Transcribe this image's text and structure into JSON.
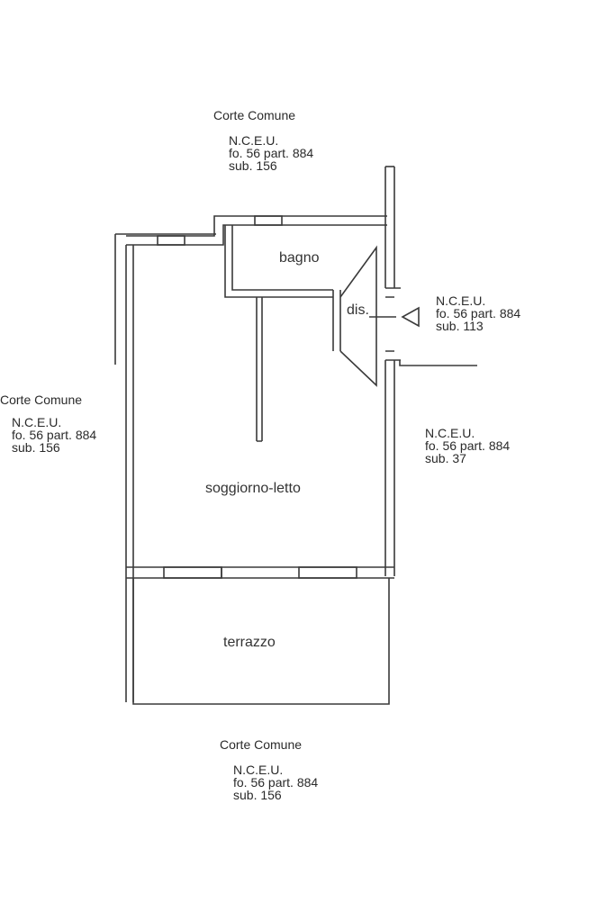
{
  "plan": {
    "labels": {
      "top_area": "Corte Comune",
      "left_area": "Corte Comune",
      "bottom_area": "Corte Comune"
    },
    "references": {
      "top": {
        "line1": "N.C.E.U.",
        "line2": "fo. 56 part. 884",
        "line3": "sub. 156"
      },
      "right_upper": {
        "line1": "N.C.E.U.",
        "line2": "fo. 56 part. 884",
        "line3": "sub. 113"
      },
      "left": {
        "line1": "N.C.E.U.",
        "line2": "fo. 56 part. 884",
        "line3": "sub. 156"
      },
      "right_lower": {
        "line1": "N.C.E.U.",
        "line2": "fo. 56 part. 884",
        "line3": "sub. 37"
      },
      "bottom": {
        "line1": "N.C.E.U.",
        "line2": "fo. 56 part. 884",
        "line3": "sub. 156"
      }
    },
    "rooms": {
      "bathroom": "bagno",
      "hallway": "dis.",
      "living": "soggiorno-letto",
      "terrace": "terrazzo"
    },
    "colors": {
      "ink": "#3a3a3a",
      "background": "#ffffff"
    }
  }
}
